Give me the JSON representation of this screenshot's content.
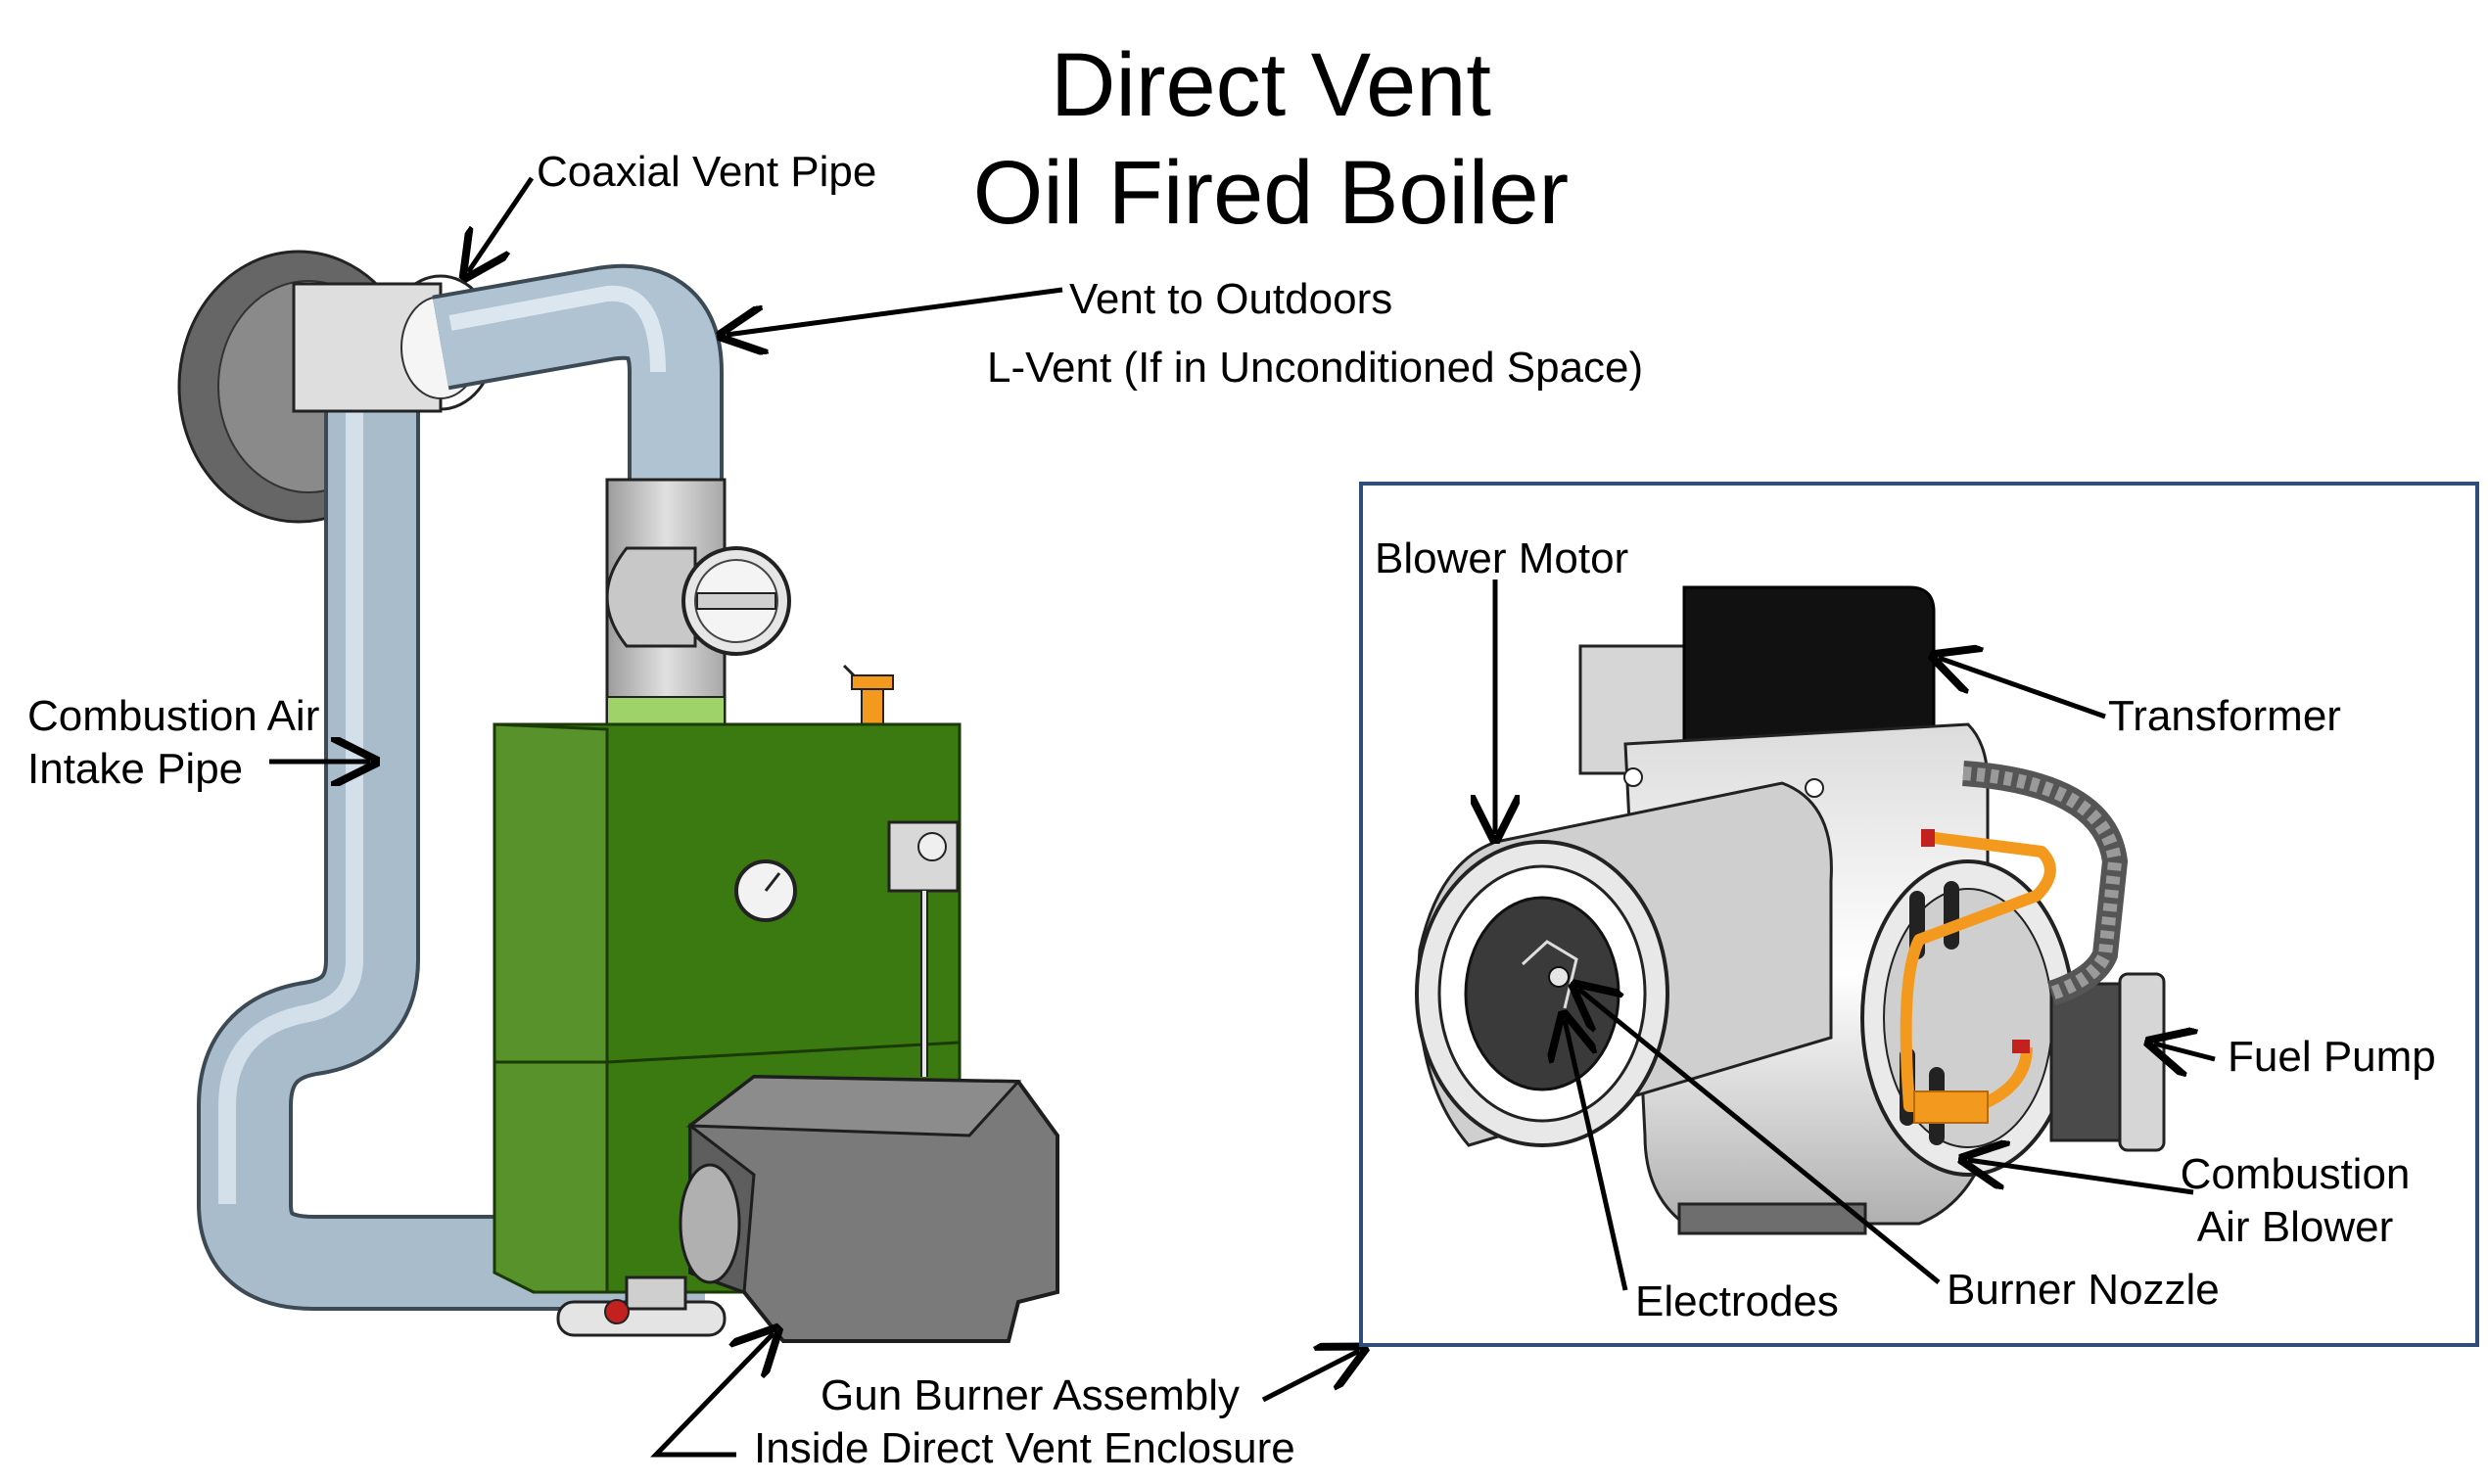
{
  "title": {
    "line1": "Direct Vent",
    "line2": "Oil Fired Boiler"
  },
  "labels": {
    "coaxial_vent_pipe": "Coaxial Vent Pipe",
    "vent_to_outdoors": "Vent to Outdoors",
    "l_vent": "L-Vent (If in Unconditioned Space)",
    "combustion_air_line1": "Combustion Air",
    "combustion_air_line2": "Intake Pipe",
    "gun_burner_line1": "Gun Burner Assembly",
    "gun_burner_line2": "Inside Direct Vent Enclosure"
  },
  "inset": {
    "blower_motor": "Blower Motor",
    "transformer": "Transformer",
    "fuel_pump": "Fuel Pump",
    "combustion_blower_line1": "Combustion",
    "combustion_blower_line2": "Air Blower",
    "electrodes": "Electrodes",
    "burner_nozzle": "Burner Nozzle"
  },
  "colors": {
    "boiler_green": "#3a7a10",
    "pipe_blue": "#aabfcf",
    "burner_gray": "#7a7a7a",
    "inset_border": "#2e4d7b",
    "fuel_line_orange": "#f39a1e"
  }
}
